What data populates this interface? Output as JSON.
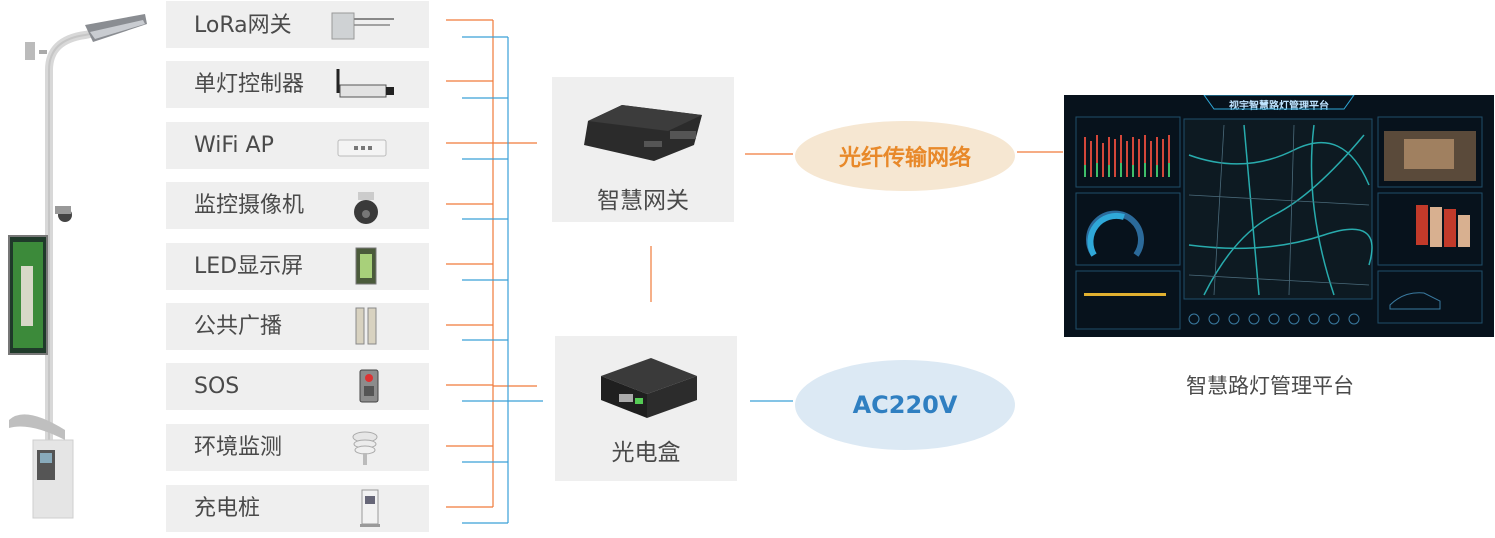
{
  "devices": [
    {
      "label": "LoRa网关",
      "icon": "lora-gateway-icon"
    },
    {
      "label": "单灯控制器",
      "icon": "single-lamp-controller-icon"
    },
    {
      "label": "WiFi AP",
      "icon": "wifi-ap-icon"
    },
    {
      "label": "监控摄像机",
      "icon": "surveillance-camera-icon"
    },
    {
      "label": "LED显示屏",
      "icon": "led-display-icon"
    },
    {
      "label": "公共广播",
      "icon": "public-speaker-icon"
    },
    {
      "label": "SOS",
      "icon": "sos-terminal-icon"
    },
    {
      "label": "环境监测",
      "icon": "environment-sensor-icon"
    },
    {
      "label": "充电桩",
      "icon": "charging-pile-icon"
    }
  ],
  "gateway": {
    "label": "智慧网关"
  },
  "optical_box": {
    "label": "光电盒"
  },
  "fiber_network": {
    "label": "光纤传输网络",
    "color": "#e8892a",
    "fill": "#f6e7d2"
  },
  "power": {
    "label": "AC220V",
    "color": "#2f7fc1",
    "fill": "#dce9f4"
  },
  "platform": {
    "caption": "智慧路灯管理平台",
    "screen_title": "视宇智慧路灯管理平台"
  },
  "colors": {
    "orange_line": "#f07a3a",
    "blue_line": "#3aa0d8"
  }
}
